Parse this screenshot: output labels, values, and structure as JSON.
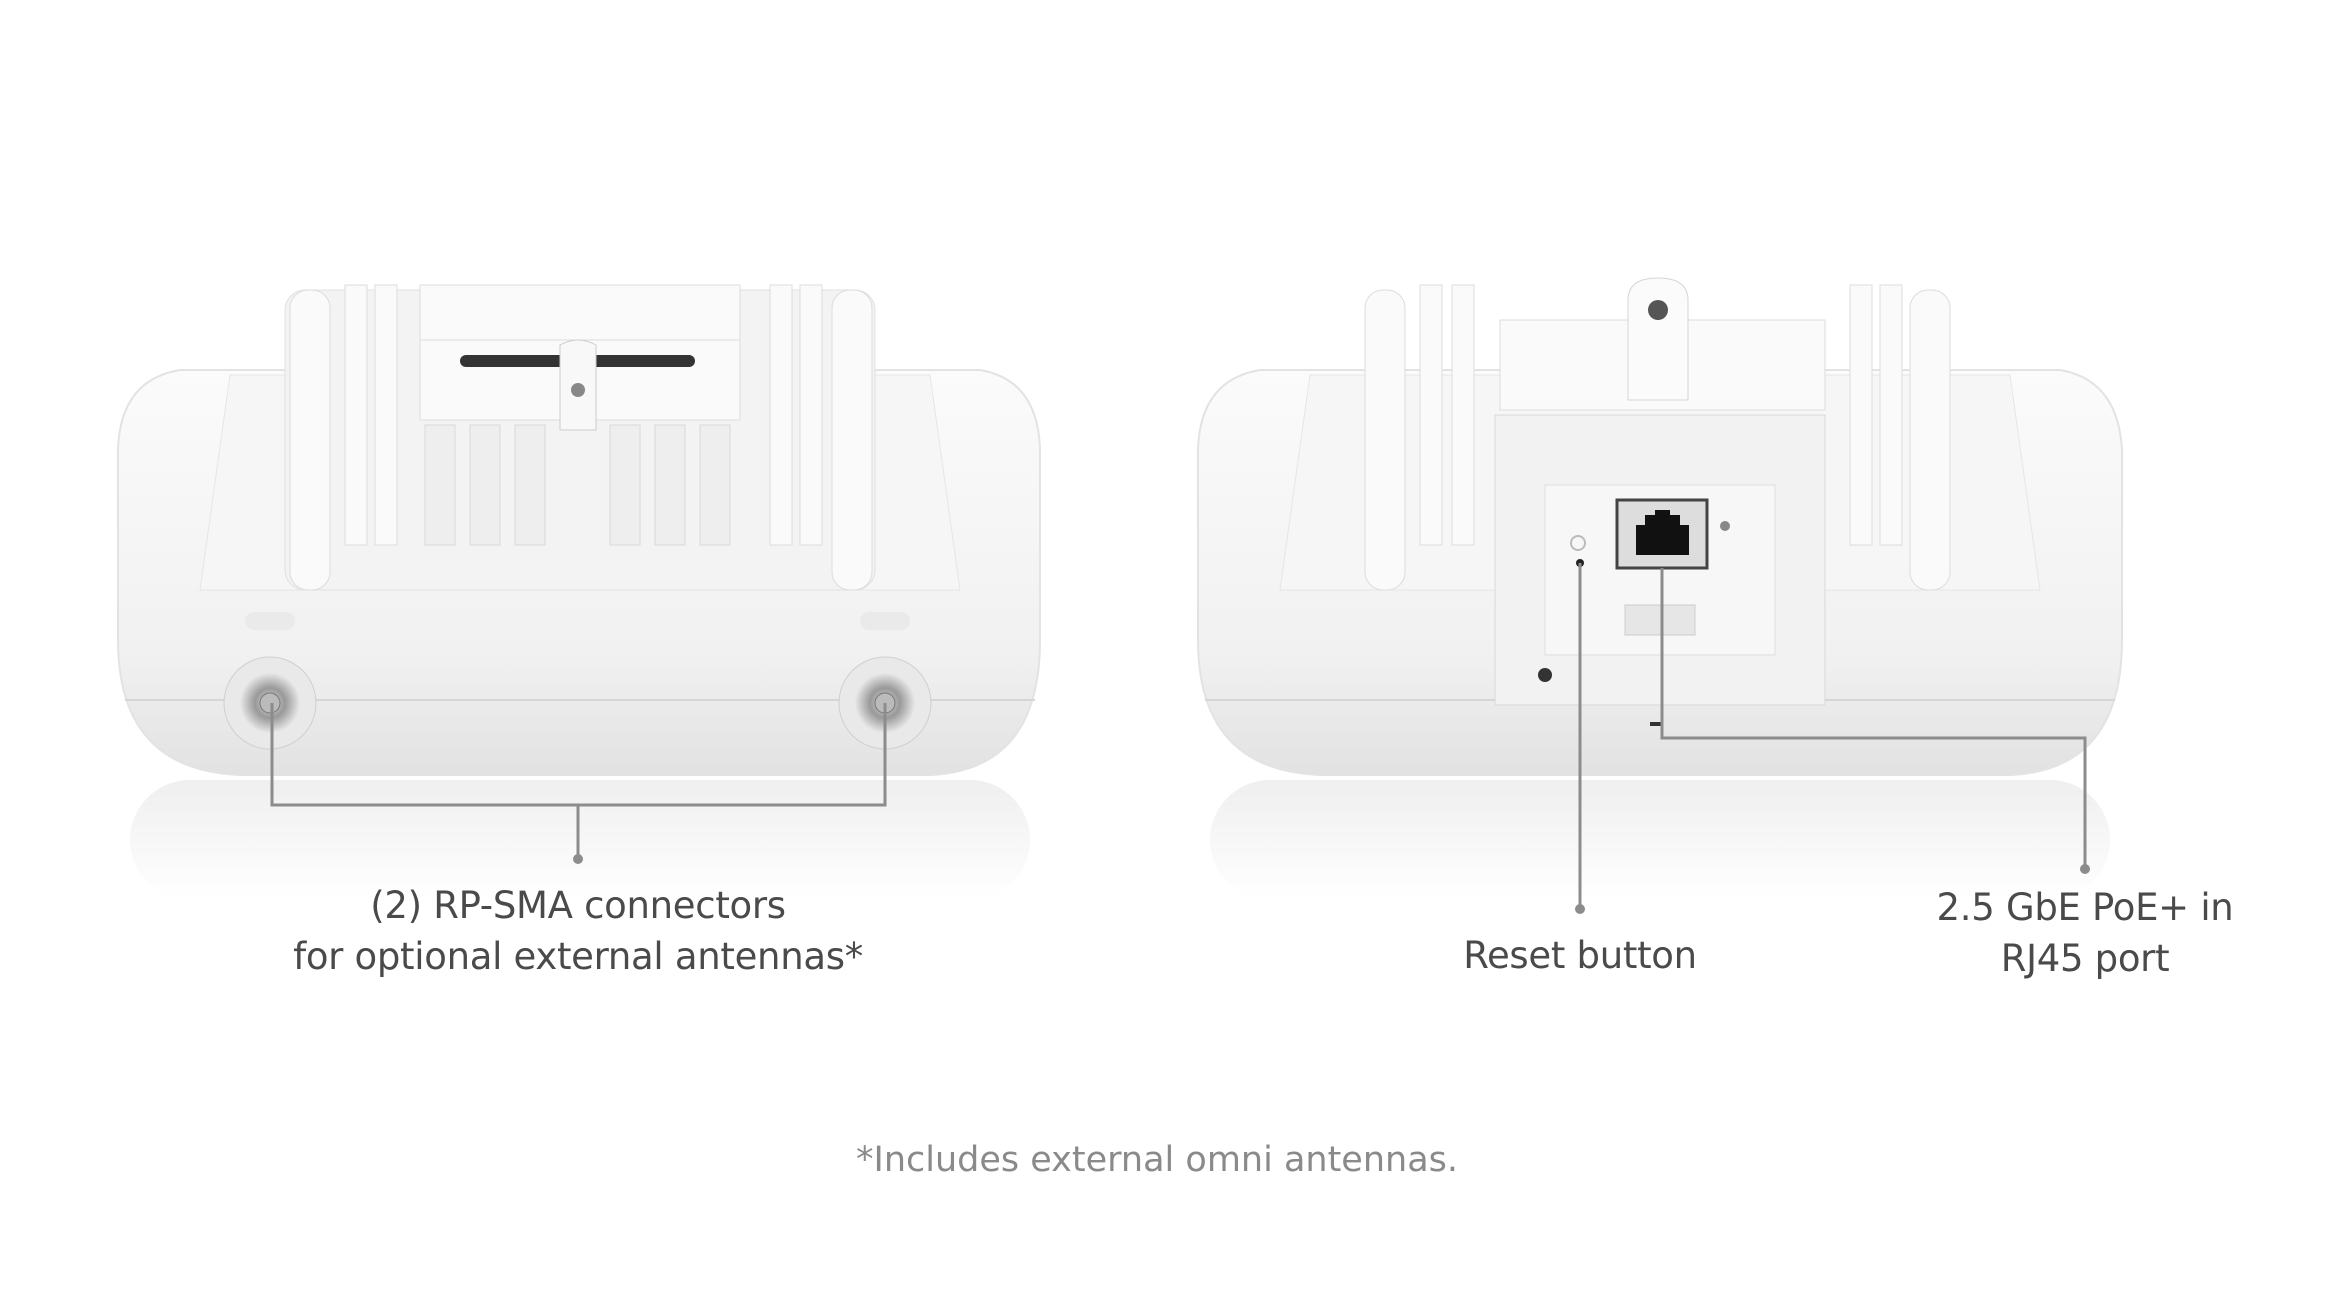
{
  "callouts": {
    "rp_sma": {
      "line1": "(2) RP-SMA connectors",
      "line2": "for optional external antennas*"
    },
    "reset": {
      "label": "Reset button"
    },
    "rj45": {
      "line1": "2.5 GbE PoE+ in",
      "line2": "RJ45 port"
    }
  },
  "footnote": "*Includes external omni antennas.",
  "colors": {
    "callout_line": "#8c8c8c",
    "text": "#4a4a4a",
    "footnote": "#8a8a8a",
    "device": "#f4f4f4"
  }
}
